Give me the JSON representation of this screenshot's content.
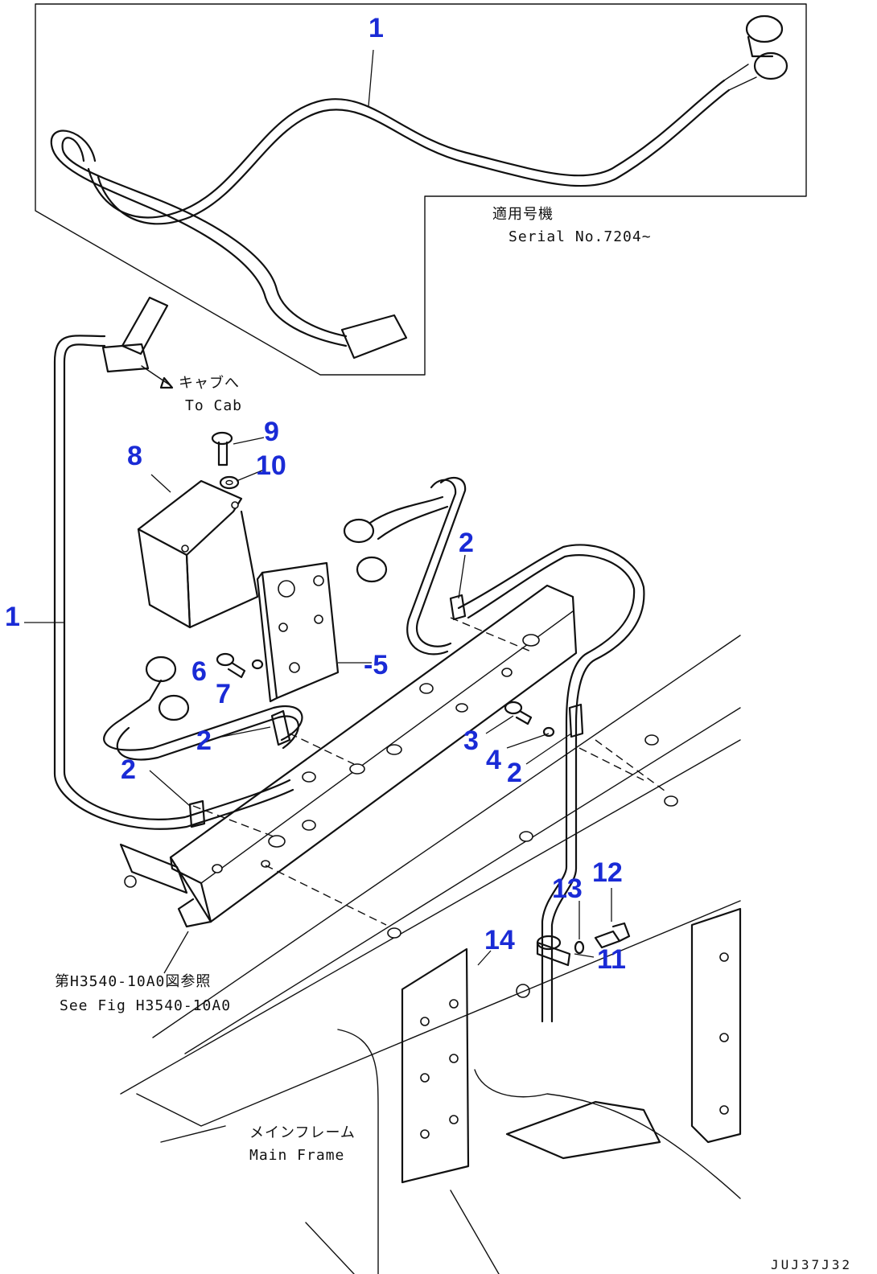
{
  "callouts": {
    "c1_top": "1",
    "c1_left": "1",
    "c2_a": "2",
    "c2_b": "2",
    "c2_c": "2",
    "c2_d": "2",
    "c3": "3",
    "c4": "4",
    "c5": "-5",
    "c6": "6",
    "c7": "7",
    "c8": "8",
    "c9": "9",
    "c10": "10",
    "c11": "11",
    "c12": "12",
    "c13": "13",
    "c14": "14"
  },
  "notes": {
    "serial_jp": "適用号機",
    "serial_en": "Serial No.7204~",
    "cab_jp": "キャブへ",
    "cab_en": "To Cab",
    "see_fig_jp": "第H3540-10A0図参照",
    "see_fig_en": "See Fig H3540-10A0",
    "main_frame_jp": "メインフレーム",
    "main_frame_en": "Main Frame"
  },
  "drawing_code": "JUJ37J32",
  "colors": {
    "callout": "#1a2bd6",
    "line": "#111111",
    "background": "#ffffff"
  }
}
